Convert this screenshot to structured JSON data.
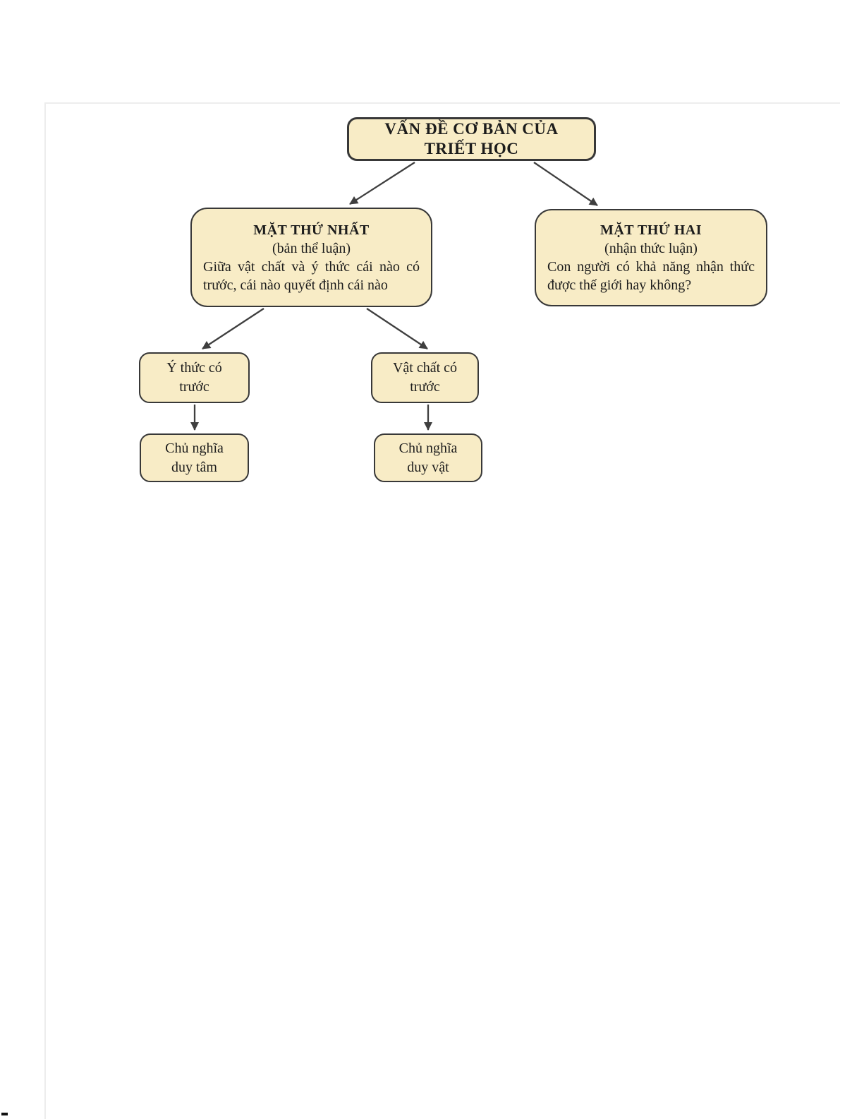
{
  "diagram": {
    "nodes": {
      "root": {
        "title_lines": [
          "VẤN ĐỀ CƠ BẢN CỦA",
          "TRIẾT HỌC"
        ]
      },
      "first_aspect": {
        "title": "MẶT THỨ NHẤT",
        "subtitle": "(bản thể luận)",
        "body": "Giữa vật chất và ý thức cái nào có trước, cái nào quyết định cái nào"
      },
      "second_aspect": {
        "title": "MẶT THỨ HAI",
        "subtitle": "(nhận thức luận)",
        "body": "Con người có khả năng nhận thức được thế giới hay không?"
      },
      "consciousness_first": {
        "label": "Ý thức có trước"
      },
      "matter_first": {
        "label": "Vật chất có trước"
      },
      "idealism": {
        "label": "Chủ nghĩa duy tâm"
      },
      "materialism": {
        "label": "Chủ nghĩa duy vật"
      }
    },
    "colors": {
      "box_fill": "#f8ecc6",
      "box_border": "#383838",
      "arrow": "#3f3f3f",
      "text": "#1c1c1c"
    }
  }
}
